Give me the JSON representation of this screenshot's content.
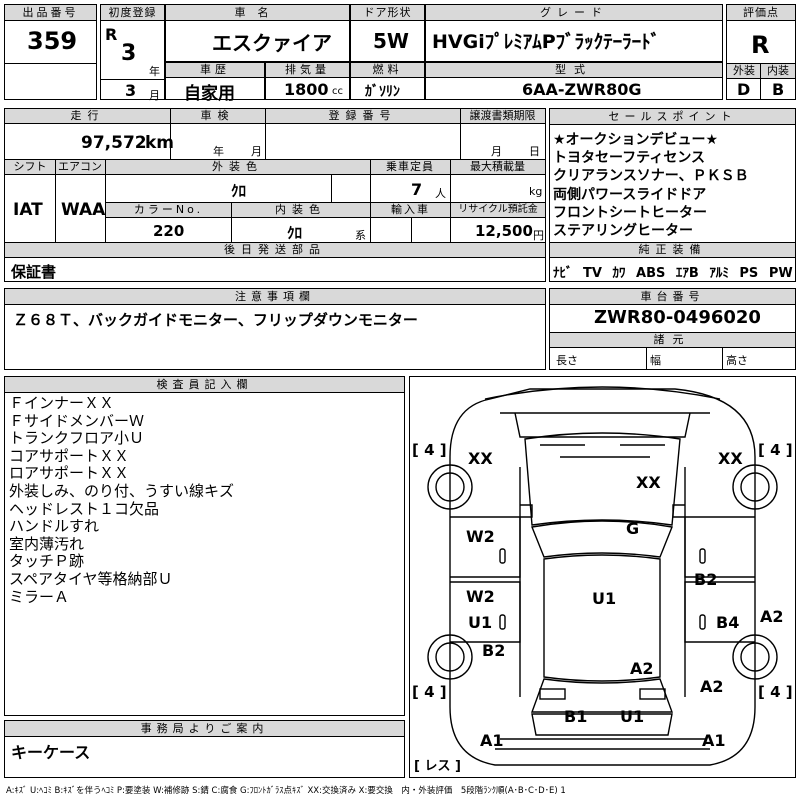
{
  "header": {
    "lot_number_label": "出品番号",
    "lot_number": "359",
    "first_reg_label": "初度登録",
    "era": "R",
    "year": "3",
    "year_unit": "年",
    "month": "3",
    "month_unit": "月",
    "car_name_label": "車名",
    "car_name": "エスクァイア",
    "door_label": "ドア形状",
    "door": "5W",
    "grade_label": "グレード",
    "grade": "HVGiﾌﾟﾚﾐｱﾑPﾌﾞﾗｯｸﾃｰﾗｰﾄﾞ",
    "score_label": "評価点",
    "score": "R",
    "history_label": "車歴",
    "history": "自家用",
    "displacement_label": "排気量",
    "displacement": "1800",
    "displacement_unit": "cc",
    "fuel_label": "燃料",
    "fuel": "ｶﾞｿﾘﾝ",
    "model_label": "型式",
    "model": "6AA-ZWR80G",
    "exterior_label": "外装",
    "exterior": "D",
    "interior_label": "内装",
    "interior": "B"
  },
  "details": {
    "mileage_label": "走行",
    "mileage": "97,572",
    "mileage_unit": "km",
    "inspection_label": "車検",
    "inspection_year_unit": "年",
    "inspection_month_unit": "月",
    "registration_label": "登録番号",
    "transfer_deadline_label": "譲渡書類期限",
    "transfer_month_unit": "月",
    "transfer_day_unit": "日",
    "shift_label": "シフト",
    "shift": "IAT",
    "aircon_label": "エアコン",
    "aircon": "WAA",
    "exterior_color_label": "外装色",
    "exterior_color": "ｸﾛ",
    "capacity_label": "乗車定員",
    "capacity": "7",
    "capacity_unit": "人",
    "max_load_label": "最大積載量",
    "max_load_unit": "kg",
    "color_no_label": "カラーNo.",
    "color_no": "220",
    "interior_color_label": "内装色",
    "interior_color": "ｸﾛ",
    "interior_color_unit": "系",
    "import_label": "輸入車",
    "recycle_label": "リサイクル預託金",
    "recycle": "12,500",
    "recycle_unit": "円",
    "later_parts_label": "後日発送部品",
    "later_parts": "保証書"
  },
  "sales_points": {
    "label": "セールスポイント",
    "lines": [
      "★オークションデビュー★",
      "トヨタセーフティセンス",
      "クリアランスソナー、ＰＫＳＢ",
      "両側パワースライドドア",
      "フロントシートヒーター",
      "ステアリングヒーター"
    ]
  },
  "equipment": {
    "label": "純正装備",
    "items": [
      "ﾅﾋﾞ",
      "TV",
      "ｶﾜ",
      "ABS",
      "ｴｱB",
      "ｱﾙﾐ",
      "PS",
      "PW"
    ]
  },
  "caution": {
    "label": "注意事項欄",
    "text": "Ｚ６８Ｔ、バックガイドモニター、フリップダウンモニター"
  },
  "chassis": {
    "label": "車台番号",
    "number": "ZWR80-0496020",
    "specs_label": "諸元",
    "length_label": "長さ",
    "width_label": "幅",
    "height_label": "高さ"
  },
  "inspector": {
    "label": "検査員記入欄",
    "lines": [
      "ＦインナーＸＸ",
      "ＦサイドメンバーＷ",
      "トランクフロア小Ｕ",
      "コアサポートＸＸ",
      "ロアサポートＸＸ",
      "外装しみ、のり付、うすい線キズ",
      "ヘッドレスト１コ欠品",
      "ハンドルすれ",
      "室内薄汚れ",
      "タッチＰ跡",
      "スペアタイヤ等格納部Ｕ",
      "ミラーＡ"
    ]
  },
  "office": {
    "label": "事務局よりご案内",
    "text": "キーケース"
  },
  "diagram": {
    "tire_labels": [
      "4",
      "4",
      "4",
      "4"
    ],
    "marks": [
      "XX",
      "XX",
      "XX",
      "G",
      "W2",
      "W2",
      "U1",
      "U1",
      "B2",
      "B2",
      "B4",
      "A2",
      "A2",
      "A2",
      "B1",
      "U1",
      "A1",
      "A1"
    ],
    "spare_label": "レス"
  },
  "legend": {
    "text": "A:ｷｽﾞ U:ﾍｺﾐ B:ｷｽﾞを伴うﾍｺﾐ P:要塗装 W:補修跡 S:錆 C:腐食 G:ﾌﾛﾝﾄｶﾞﾗｽ点ｷｽﾞ XX:交換済み X:要交換　内・外装評価　5段階ﾗﾝｸ順(A･B･C･D･E) 1"
  }
}
